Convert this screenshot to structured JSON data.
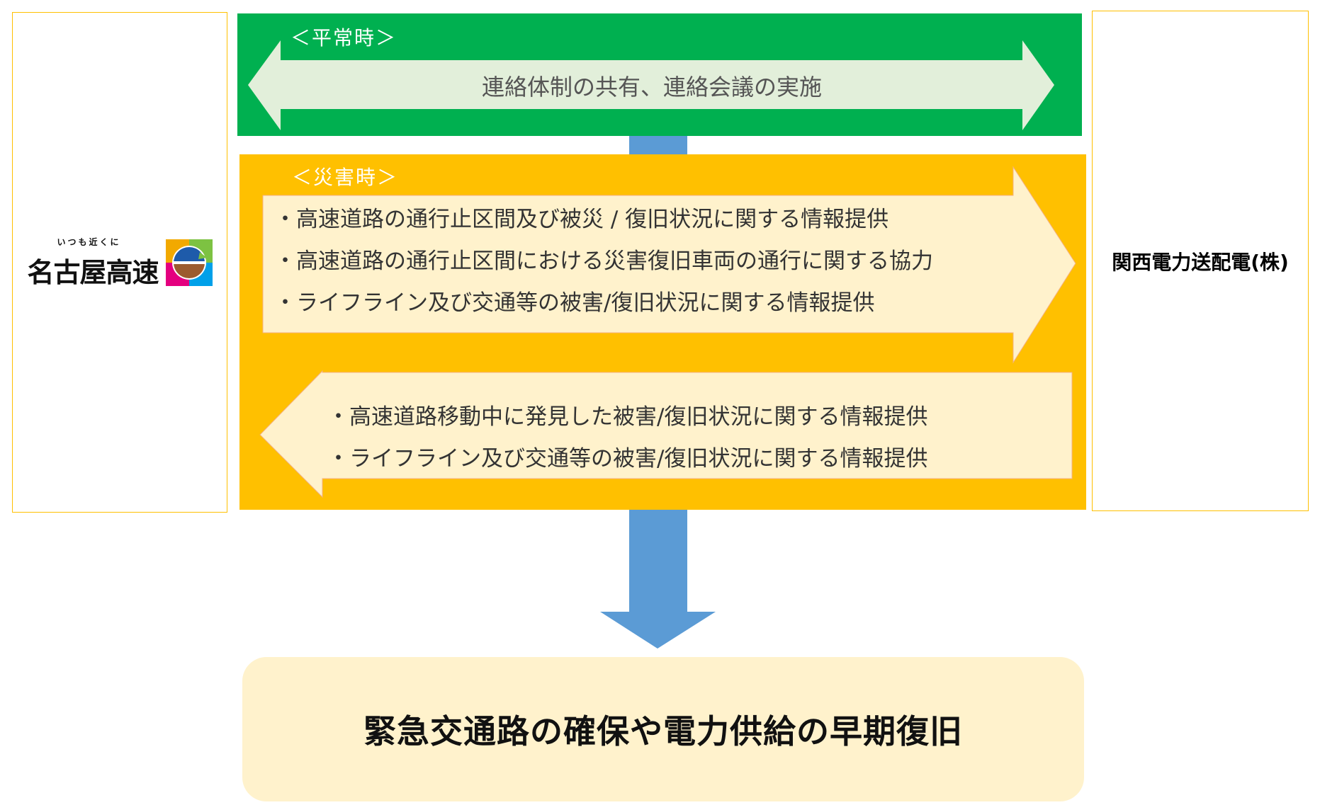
{
  "left_org": {
    "tagline": "いつも近くに",
    "name": "名古屋高速",
    "logo_icon": "nagoya-expressway-logo-icon"
  },
  "right_org": {
    "name": "関西電力送配電(株)"
  },
  "normal_time": {
    "label": "＜平常時＞",
    "text": "連絡体制の共有、連絡会議の実施",
    "color": "#00B050",
    "arrow_color": "#E2EFDA"
  },
  "disaster_time": {
    "label": "＜災害時＞",
    "color": "#FFC000",
    "arrow_color": "#FFF2CC",
    "to_right": [
      "・高速道路の通行止区間及び被災 / 復旧状況に関する情報提供",
      "・高速道路の通行止区間における災害復旧車両の通行に関する協力",
      "・ライフライン及び交通等の被害/復旧状況に関する情報提供"
    ],
    "to_left": [
      "・高速道路移動中に発見した被害/復旧状況に関する情報提供",
      "・ライフライン及び交通等の被害/復旧状況に関する情報提供"
    ]
  },
  "result": {
    "text": "緊急交通路の確保や電力供給の早期復旧",
    "color": "#FFF2CC"
  },
  "flow_arrow_color": "#5B9BD5"
}
